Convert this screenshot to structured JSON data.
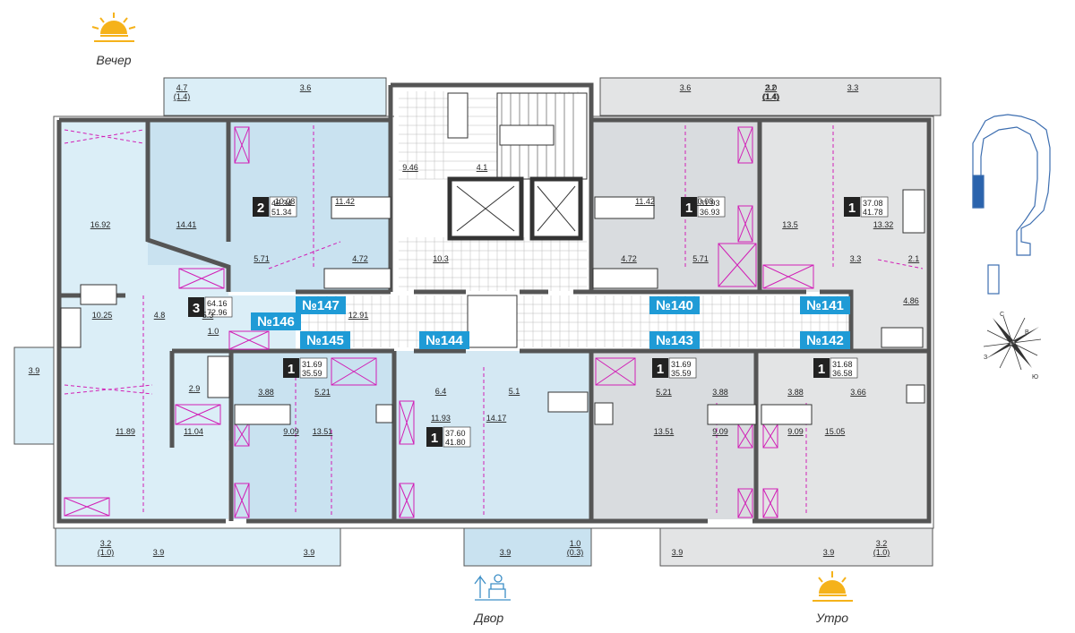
{
  "sides": {
    "evening": "Вечер",
    "morning": "Утро",
    "yard": "Двор"
  },
  "compass": {
    "n": "С",
    "s": "Ю",
    "e": "В",
    "w": "З"
  },
  "colors": {
    "light_blue": "#dbeef7",
    "blue": "#c9e2f0",
    "gray": "#d9dcdf",
    "gray2": "#e3e4e5",
    "wall": "#555555",
    "label": "#1f9bd6",
    "pink": "#d11fb6"
  },
  "apartments": [
    {
      "number": "№147"
    },
    {
      "number": "№146"
    },
    {
      "number": "№145"
    },
    {
      "number": "№144"
    },
    {
      "number": "№140"
    },
    {
      "number": "№141"
    },
    {
      "number": "№143"
    },
    {
      "number": "№142"
    }
  ],
  "room_badges": [
    {
      "rooms": "2",
      "total": "46.34",
      "with_balcony": "51.34"
    },
    {
      "rooms": "3",
      "total": "64.16",
      "with_balcony": "72.96"
    },
    {
      "rooms": "1",
      "total": "31.69",
      "with_balcony": "35.59"
    },
    {
      "rooms": "1",
      "total": "37.60",
      "with_balcony": "41.80"
    },
    {
      "rooms": "1",
      "total": "31.93",
      "with_balcony": "36.93"
    },
    {
      "rooms": "1",
      "total": "37.08",
      "with_balcony": "41.78"
    },
    {
      "rooms": "1",
      "total": "31.69",
      "with_balcony": "35.59"
    },
    {
      "rooms": "1",
      "total": "31.68",
      "with_balcony": "36.58"
    }
  ],
  "room_areas": [
    "4.7",
    "(1.4)",
    "3.6",
    "3.6",
    "2.2",
    "(1.4)",
    "3.0",
    "(1.4)",
    "3.3",
    "16.92",
    "14.41",
    "10.08",
    "11.42",
    "9.46",
    "4.1",
    "11.42",
    "10.08",
    "13.5",
    "13.32",
    "5.71",
    "4.72",
    "10.3",
    "4.72",
    "5.71",
    "3.3",
    "2.1",
    "4.86",
    "10.25",
    "4.8",
    "5.3",
    "1.0",
    "12.91",
    "3.9",
    "2.9",
    "3.88",
    "5.21",
    "6.4",
    "5.1",
    "5.21",
    "3.88",
    "3.88",
    "3.66",
    "11.89",
    "11.04",
    "9.09",
    "13.51",
    "11.93",
    "14.17",
    "13.51",
    "9.09",
    "9.09",
    "15.05",
    "3.2",
    "(1.0)",
    "3.9",
    "3.9",
    "3.9",
    "1.0",
    "(0.3)",
    "3.9",
    "3.9",
    "3.2",
    "(1.0)"
  ]
}
